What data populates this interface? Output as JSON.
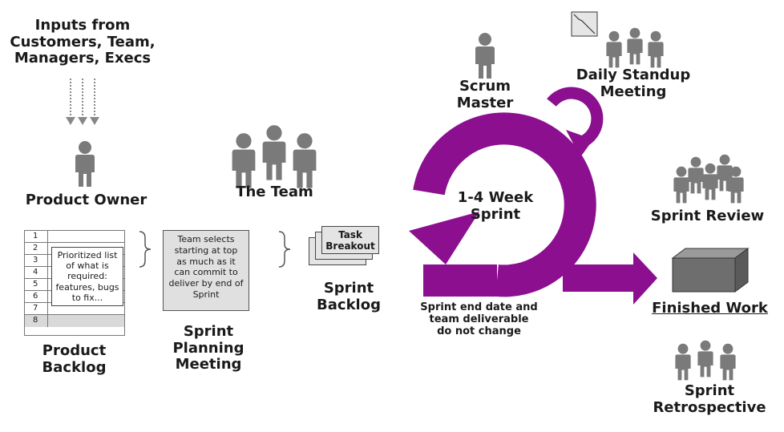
{
  "inputs": {
    "line1": "Inputs from",
    "line2": "Customers, Team,",
    "line3": "Managers, Execs"
  },
  "product_owner": "Product Owner",
  "product_backlog": {
    "row_numbers": [
      "1",
      "2",
      "3",
      "4",
      "5",
      "6",
      "7",
      "8"
    ],
    "note": "Prioritized list of what is required: features, bugs to fix...",
    "label_line1": "Product",
    "label_line2": "Backlog"
  },
  "the_team": "The Team",
  "sprint_planning": {
    "box_text": "Team selects starting at top as much as it can commit to deliver by end of Sprint",
    "label_line1": "Sprint",
    "label_line2": "Planning",
    "label_line3": "Meeting"
  },
  "sprint_backlog": {
    "card_line1": "Task",
    "card_line2": "Breakout",
    "label_line1": "Sprint",
    "label_line2": "Backlog"
  },
  "scrum_master": {
    "line1": "Scrum",
    "line2": "Master"
  },
  "daily_standup": {
    "line1": "Daily Standup",
    "line2": "Meeting"
  },
  "sprint_cycle": {
    "line1": "1-4 Week",
    "line2": "Sprint"
  },
  "sprint_note": {
    "line1": "Sprint end date and",
    "line2": "team deliverable",
    "line3": "do not change"
  },
  "sprint_review": "Sprint Review",
  "finished_work": "Finished Work",
  "sprint_retrospective": {
    "line1": "Sprint",
    "line2": "Retrospective"
  },
  "colors": {
    "accent": "#8b0f8f",
    "person": "#7a7a7a",
    "box_fill": "#e0e0e0",
    "dark_box": "#6e6e6e"
  }
}
